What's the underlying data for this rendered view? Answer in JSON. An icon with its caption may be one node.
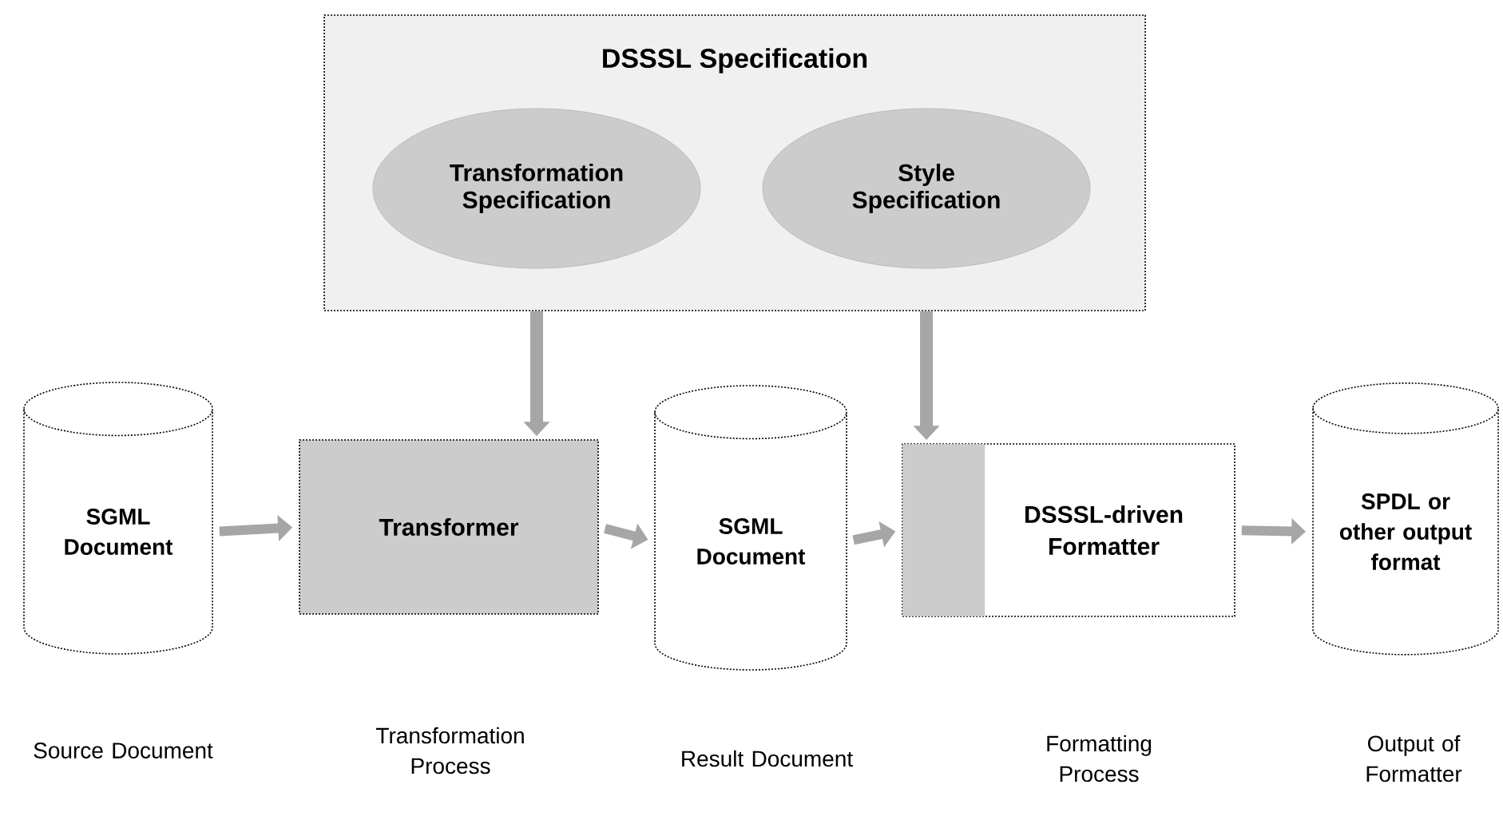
{
  "diagram": {
    "nodes": [
      {
        "text": [
          "DSSSL Specification"
        ]
      },
      {
        "text": [
          "Transformation Specification"
        ],
        "in": 0
      },
      {
        "text": [
          "Style Specification"
        ],
        "in": 0
      },
      {
        "text": [
          "SGML Document"
        ]
      },
      {
        "text": [
          "Transformer"
        ]
      },
      {
        "text": [
          "SGML Document"
        ]
      },
      {
        "text": [
          "DSSSL-driven Formatter"
        ]
      },
      {
        "text": [
          "SPDL or other output format"
        ]
      }
    ],
    "edges": [
      {
        "from": 1,
        "to": 4,
        "arrow": "to"
      },
      {
        "from": 2,
        "to": 6,
        "arrow": "to"
      },
      {
        "from": 3,
        "to": 4,
        "arrow": "to"
      },
      {
        "from": 4,
        "to": 5,
        "arrow": "to"
      },
      {
        "from": 5,
        "to": 6,
        "arrow": "to"
      },
      {
        "from": 6,
        "to": 7,
        "arrow": "to"
      }
    ],
    "labels": [
      "Source Document",
      "Transformation Process",
      "Result Document",
      "Formatting Process",
      "Output of Formatter"
    ]
  }
}
